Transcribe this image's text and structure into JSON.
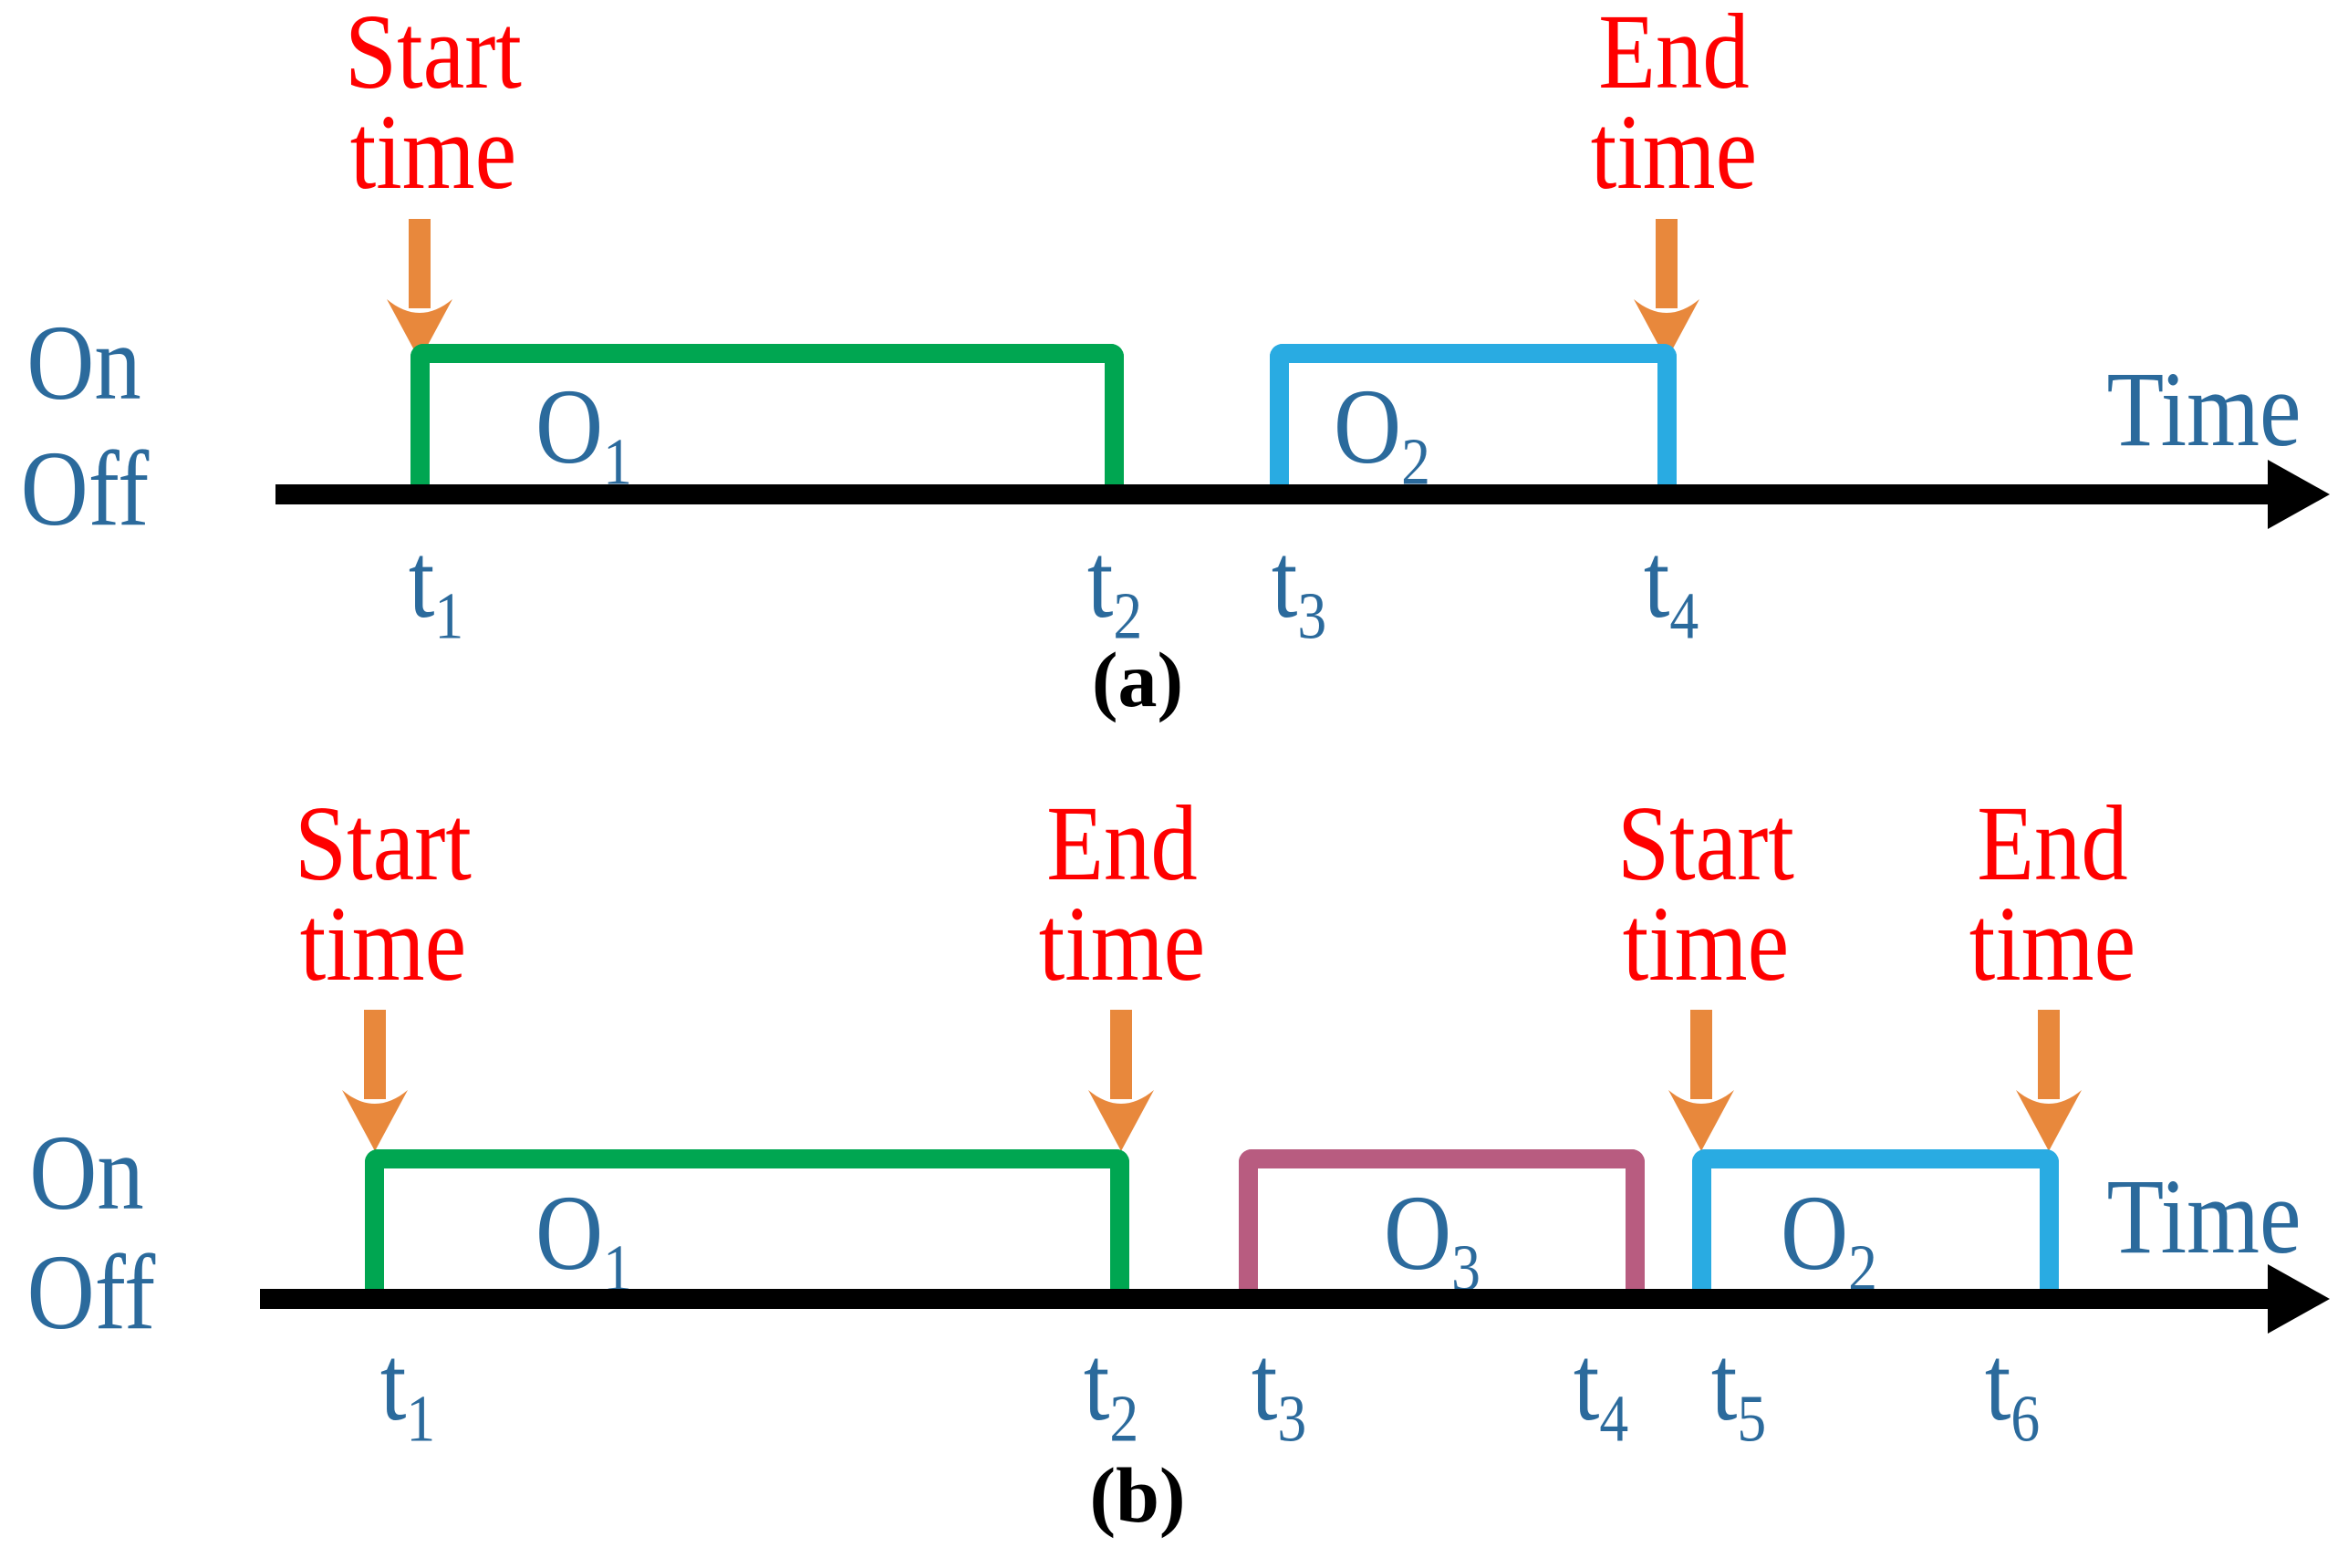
{
  "colors": {
    "label_red": "#FF0000",
    "arrow_orange": "#E8883C",
    "pulse_green": "#00A651",
    "pulse_blue": "#29ABE2",
    "pulse_purple": "#B85C80",
    "text_blue": "#2B6A9C",
    "axis_black": "#000000"
  },
  "diagram_a": {
    "caption": "(a)",
    "on_label": "On",
    "off_label": "Off",
    "time_label": "Time",
    "start_annotation": {
      "line1": "Start",
      "line2": "time"
    },
    "end_annotation": {
      "line1": "End",
      "line2": "time"
    },
    "pulses": {
      "o1": {
        "base": "O",
        "sub": "1"
      },
      "o2": {
        "base": "O",
        "sub": "2"
      }
    },
    "ticks": {
      "t1": {
        "base": "t",
        "sub": "1"
      },
      "t2": {
        "base": "t",
        "sub": "2"
      },
      "t3": {
        "base": "t",
        "sub": "3"
      },
      "t4": {
        "base": "t",
        "sub": "4"
      }
    }
  },
  "diagram_b": {
    "caption": "(b)",
    "on_label": "On",
    "off_label": "Off",
    "time_label": "Time",
    "start_annotation_1": {
      "line1": "Start",
      "line2": "time"
    },
    "end_annotation_1": {
      "line1": "End",
      "line2": "time"
    },
    "start_annotation_2": {
      "line1": "Start",
      "line2": "time"
    },
    "end_annotation_2": {
      "line1": "End",
      "line2": "time"
    },
    "pulses": {
      "o1": {
        "base": "O",
        "sub": "1"
      },
      "o3": {
        "base": "O",
        "sub": "3"
      },
      "o2": {
        "base": "O",
        "sub": "2"
      }
    },
    "ticks": {
      "t1": {
        "base": "t",
        "sub": "1"
      },
      "t2": {
        "base": "t",
        "sub": "2"
      },
      "t3": {
        "base": "t",
        "sub": "3"
      },
      "t4": {
        "base": "t",
        "sub": "4"
      },
      "t5": {
        "base": "t",
        "sub": "5"
      },
      "t6": {
        "base": "t",
        "sub": "6"
      }
    }
  }
}
